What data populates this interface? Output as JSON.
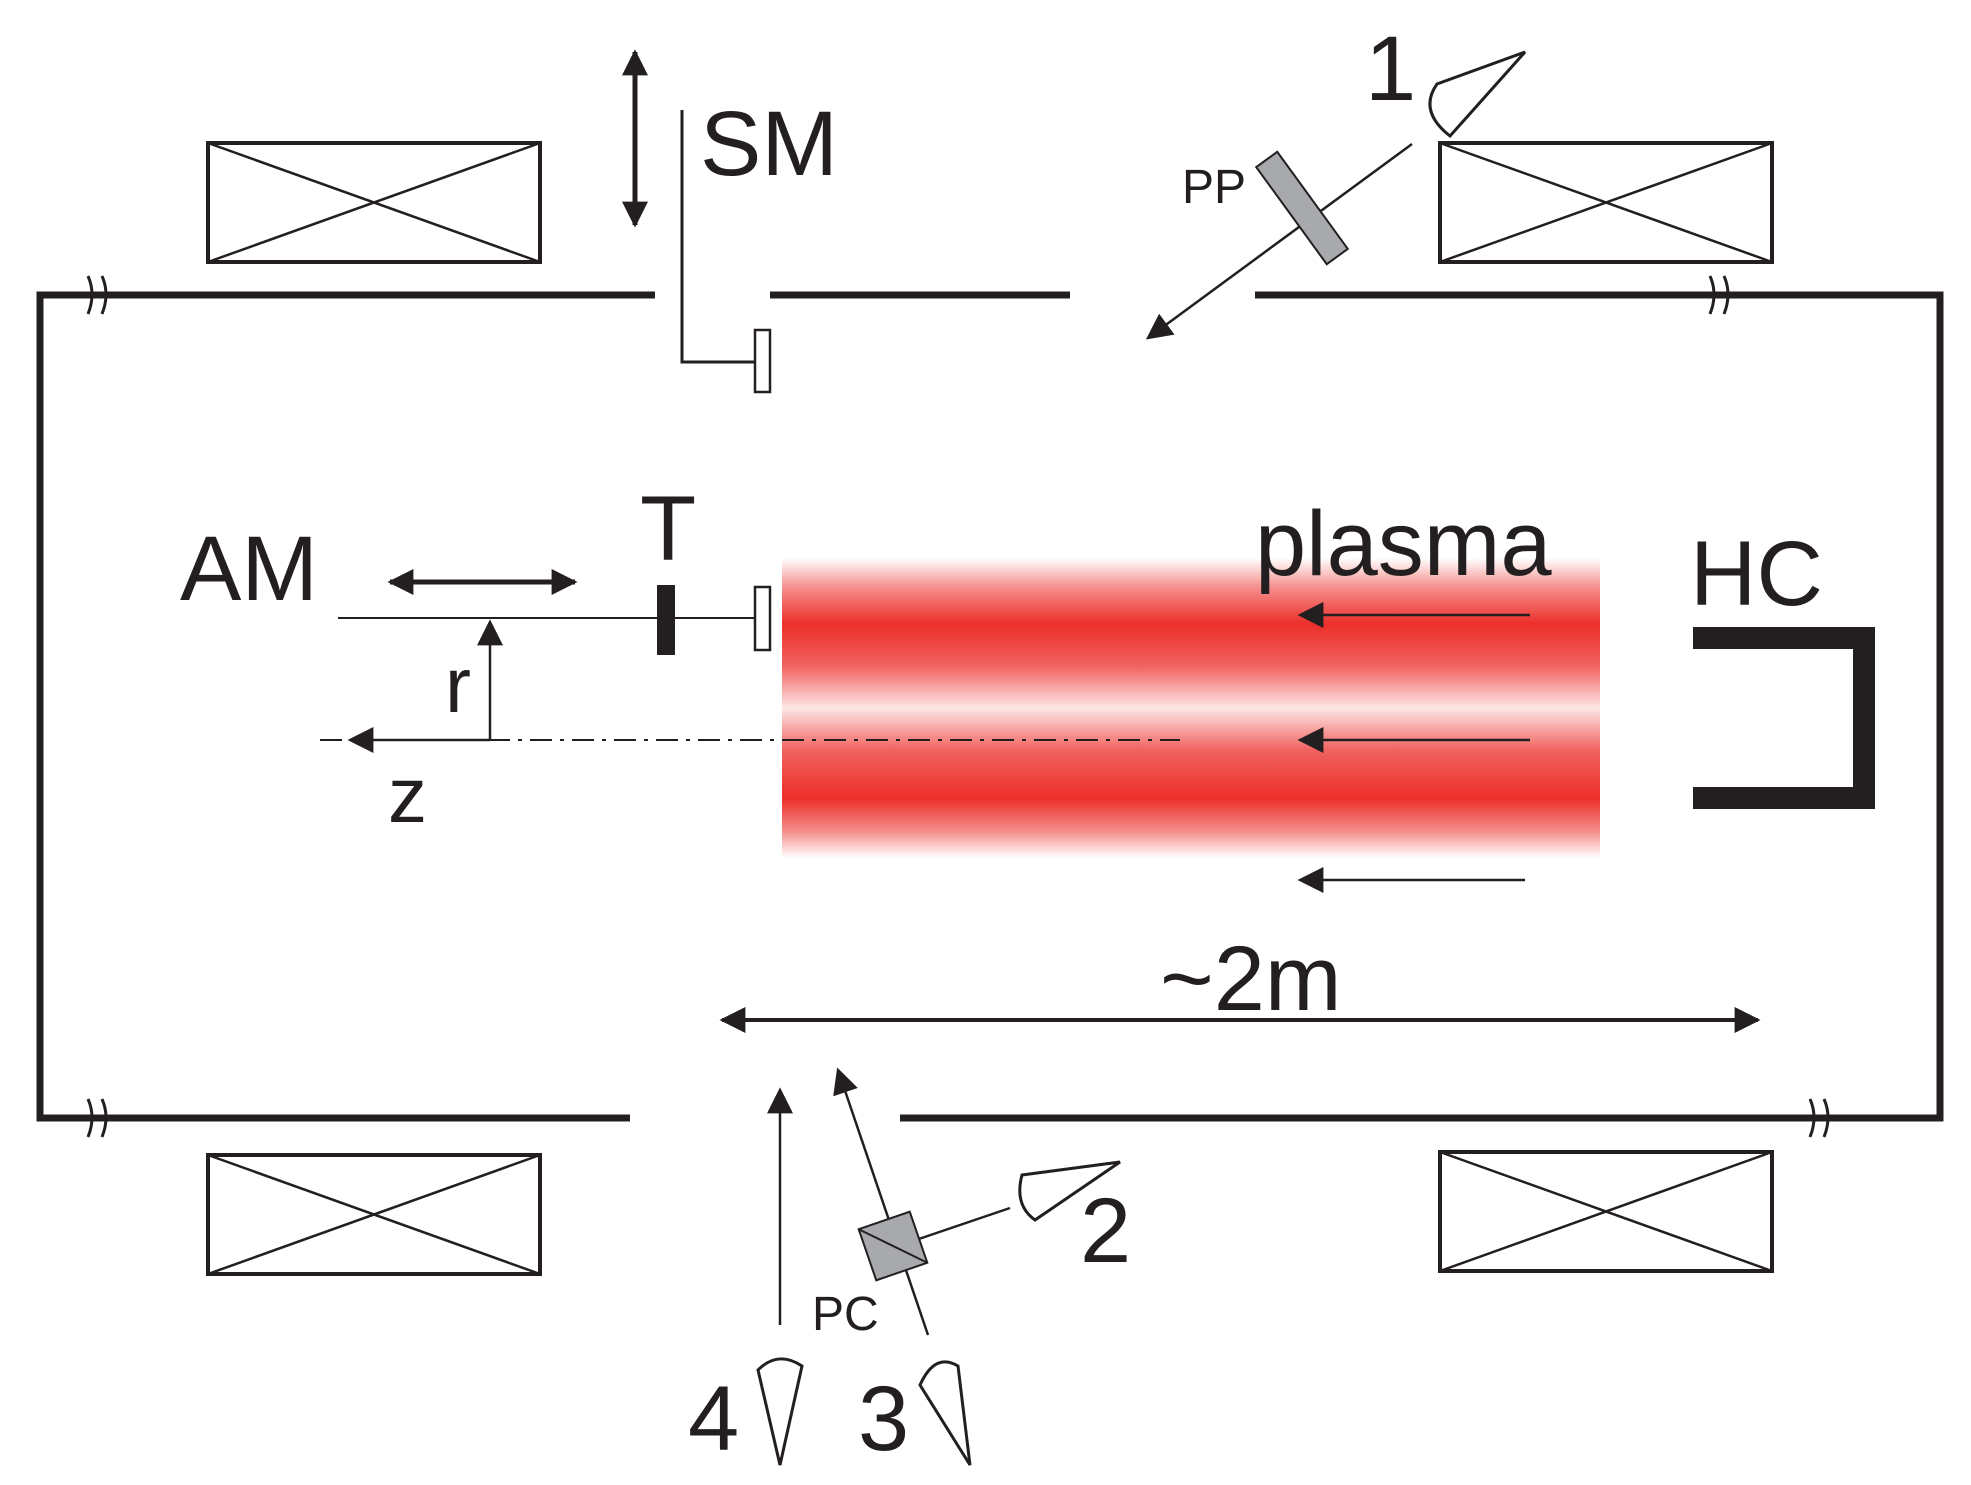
{
  "labels": {
    "sm": "SM",
    "pp": "PP",
    "am": "AM",
    "t": "T",
    "plasma": "plasma",
    "hc": "HC",
    "r": "r",
    "z": "z",
    "dist": "~2m",
    "pc": "PC",
    "v1": "1",
    "v2": "2",
    "v3": "3",
    "v4": "4"
  },
  "colors": {
    "plasma": "#ec2f2a",
    "ink": "#231f20",
    "optic": "#a7a9ac"
  }
}
